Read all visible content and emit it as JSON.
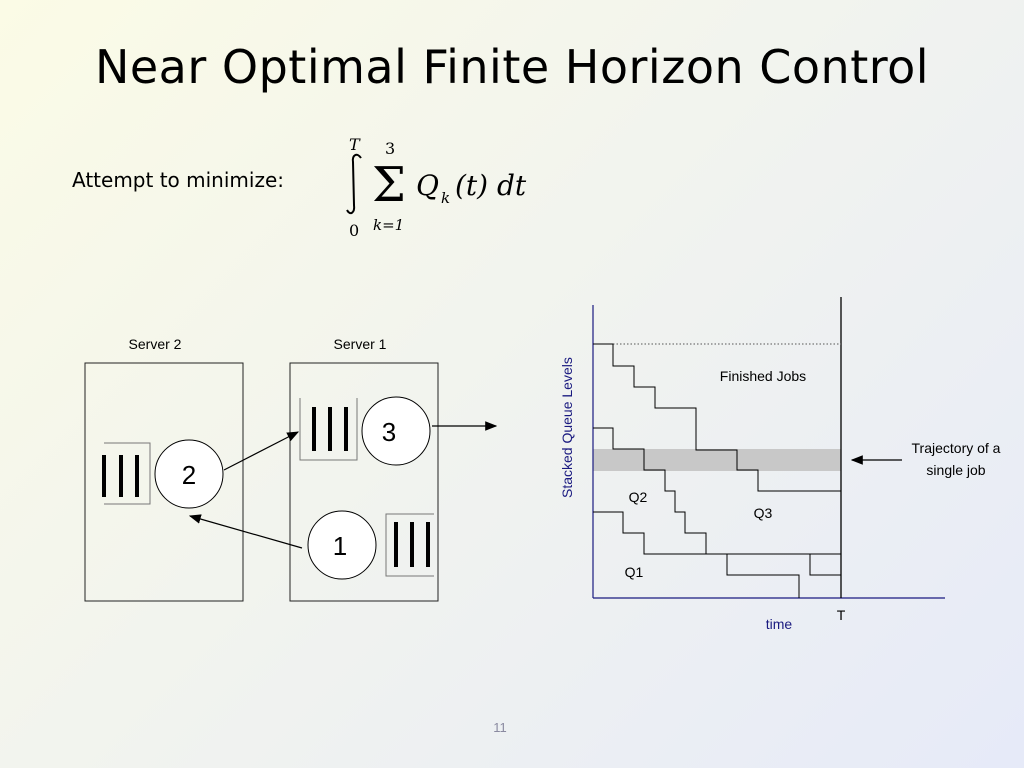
{
  "slide": {
    "title": "Near Optimal Finite Horizon Control",
    "minimize_label": "Attempt to minimize:",
    "page_number": "11"
  },
  "formula": {
    "integral_upper": "T",
    "integral_lower": "0",
    "sum_upper": "3",
    "sum_lower": "k=1",
    "integrand_symbol": "Q",
    "integrand_subscript": "k",
    "integrand_argument": "(t)",
    "differential": "dt"
  },
  "network_diagram": {
    "server2_label": "Server 2",
    "server1_label": "Server 1",
    "queue_labels": [
      "2",
      "3",
      "1"
    ]
  },
  "queue_chart": {
    "y_axis_label": "Stacked Queue Levels",
    "x_axis_label": "time",
    "horizon_label": "T",
    "finished_jobs_label": "Finished Jobs",
    "trajectory_label_line1": "Trajectory of a",
    "trajectory_label_line2": "single job",
    "region_labels": [
      "Q2",
      "Q3",
      "Q1"
    ],
    "band_color": "#c8c8c8",
    "axis_color": "#1a1a80"
  }
}
